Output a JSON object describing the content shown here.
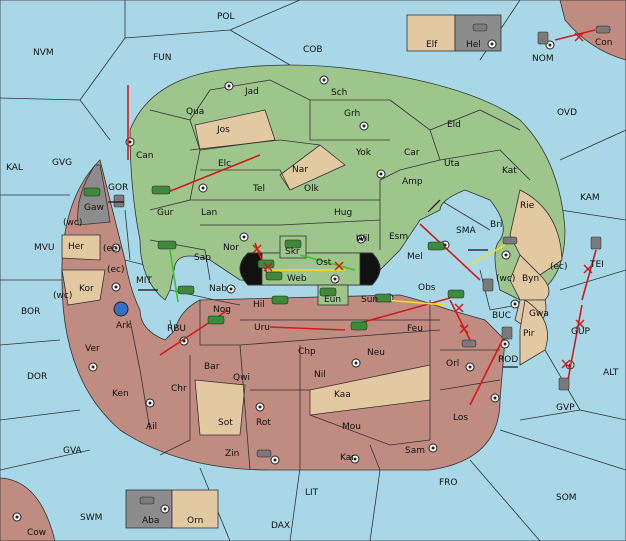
{
  "colors": {
    "sea": "#a8d8e8",
    "green_power": "#9ec58c",
    "red_power": "#c08b80",
    "neutral_tan": "#e3c9a2",
    "gray_power": "#8c8c8c",
    "order_red": "#d21a1a",
    "order_green": "#3fbf2a",
    "order_yellow": "#f0e020",
    "green_unit": "#3e8a3a",
    "gray_unit": "#7a7a7a",
    "blue_fleet": "#3570c8"
  },
  "sea_labels": [
    "POL",
    "NVM",
    "FUN",
    "COB",
    "KAL",
    "GVG",
    "OVD",
    "KAM",
    "MVU",
    "MIT",
    "BOR",
    "DOR",
    "RBU",
    "SMA",
    "BUC",
    "ROD",
    "ALT",
    "GVA",
    "LIT",
    "FRO",
    "SOM",
    "SWM",
    "DAX",
    "NOM",
    "TEI",
    "GUP",
    "GVP",
    "(wc)",
    "(ec)"
  ],
  "sea_labels_list": {
    "POL": "POL",
    "NVM": "NVM",
    "FUN": "FUN",
    "COB": "COB",
    "KAL": "KAL",
    "GVG": "GVG",
    "OVD": "OVD",
    "KAM": "KAM",
    "MVU": "MVU",
    "MIT": "MIT",
    "BOR": "BOR",
    "DOR": "DOR",
    "RBU": "RBU",
    "SMA": "SMA",
    "BUC": "BUC",
    "ROD": "ROD",
    "ALT": "ALT",
    "GVA": "GVA",
    "LIT": "LIT",
    "FRO": "FRO",
    "SOM": "SOM",
    "SWM": "SWM",
    "DAX": "DAX",
    "NOM": "NOM",
    "TEI": "TEI",
    "GUP": "GUP",
    "GVP": "GVP"
  },
  "land_labels": {
    "Jad": "Jad",
    "Sch": "Sch",
    "Qua": "Qua",
    "Grh": "Grh",
    "Jos": "Jos",
    "Eld": "Eld",
    "Can": "Can",
    "Yok": "Yok",
    "Car": "Car",
    "Uta": "Uta",
    "Elc": "Elc",
    "Nar": "Nar",
    "Kat": "Kat",
    "Amp": "Amp",
    "Tel": "Tel",
    "Olk": "Olk",
    "Gur": "Gur",
    "Lan": "Lan",
    "Hug": "Hug",
    "Rie": "Rie",
    "Bri": "Bri",
    "Nor": "Nor",
    "Skr": "Skr",
    "Wil": "Wil",
    "Esm": "Esm",
    "Sap": "Sap",
    "Ost": "Ost",
    "Mel": "Mel",
    "Web": "Web",
    "Byn": "Byn",
    "Nab": "Nab",
    "Eun": "Eun",
    "Obs": "Obs",
    "Sun": "Sun",
    "Gwa": "Gwa",
    "Nog": "Nog",
    "Hil": "Hil",
    "Pir": "Pir",
    "Uru": "Uru",
    "Feu": "Feu",
    "Ver": "Ver",
    "Chp": "Chp",
    "Neu": "Neu",
    "Orl": "Orl",
    "Bar": "Bar",
    "Qwi": "Qwi",
    "Nil": "Nil",
    "Ken": "Ken",
    "Chr": "Chr",
    "Kaa": "Kaa",
    "Sot": "Sot",
    "Rot": "Rot",
    "Mou": "Mou",
    "Los": "Los",
    "Ail": "Ail",
    "Zin": "Zin",
    "Kar": "Kar",
    "Sam": "Sam",
    "Gaw": "Gaw",
    "GOR": "GOR",
    "Her": "Her",
    "Kor": "Kor",
    "Ark": "Ark",
    "Elf": "Elf",
    "Hel": "Hel",
    "Con": "Con",
    "Aba": "Aba",
    "Orn": "Orn",
    "Cow": "Cow"
  },
  "coast_tags": {
    "wc": "(wc)",
    "ec": "(ec)"
  }
}
